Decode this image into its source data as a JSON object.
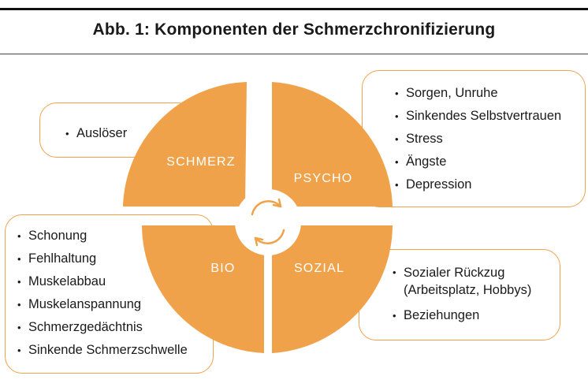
{
  "title": "Abb. 1: Komponenten der Schmerzchronifizierung",
  "quadrants": {
    "schmerz": "SCHMERZ",
    "psycho": "PSYCHO",
    "bio": "BIO",
    "sozial": "SOZIAL"
  },
  "boxes": {
    "schmerz": [
      "Auslöser"
    ],
    "psycho": [
      "Sorgen, Unruhe",
      "Sinkendes Selbstvertrauen",
      "Stress",
      "Ängste",
      "Depression"
    ],
    "bio": [
      "Schonung",
      "Fehlhaltung",
      "Muskelabbau",
      "Muskelanspannung",
      "Schmerzgedächtnis",
      "Sinkende Schmerzschwelle"
    ],
    "sozial": [
      "Sozialer Rückzug (Arbeitsplatz, Hobbys)",
      "Beziehungen"
    ]
  },
  "colors": {
    "accent": "#f0a24a",
    "text": "#1a1a1a"
  }
}
